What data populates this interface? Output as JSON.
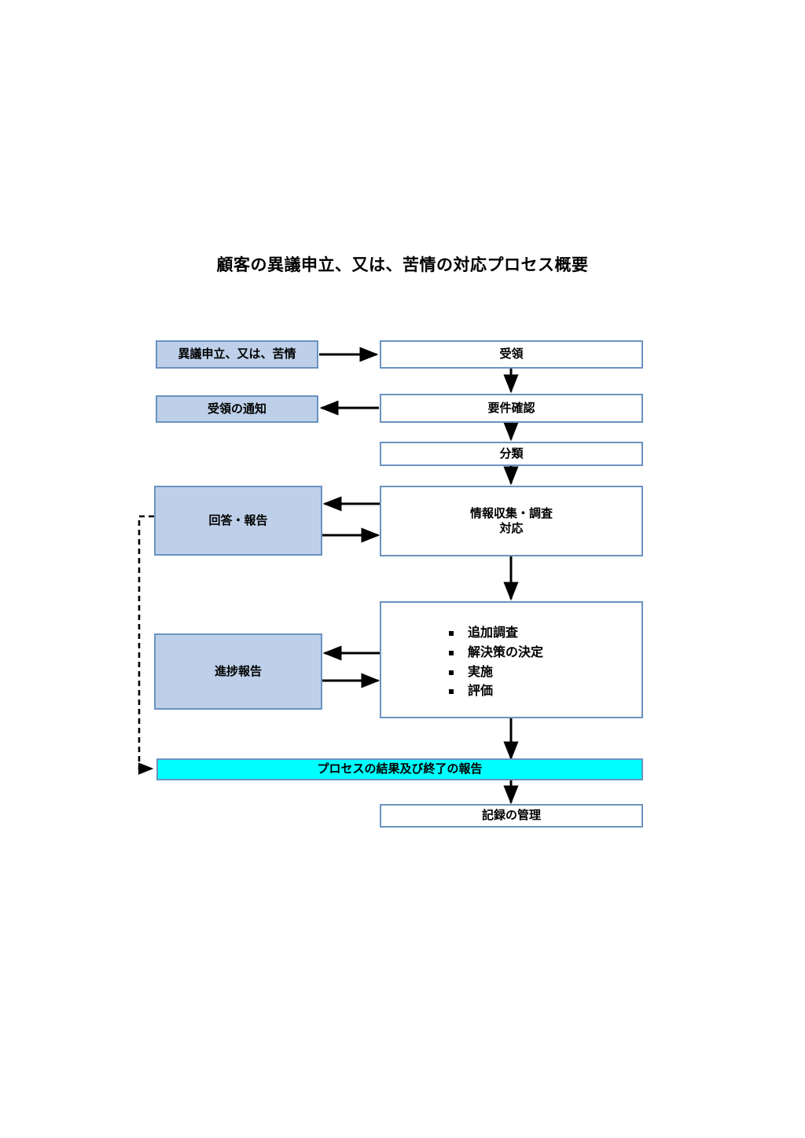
{
  "page": {
    "title": "顧客の異議申立、又は、苦情の対応プロセス概要"
  },
  "colors": {
    "box_border": "#6a93c0",
    "box_fill_blue": "#bed0e9",
    "box_fill_cyan": "#00ffff",
    "box_fill_white": "#ffffff",
    "connector": "#000000"
  },
  "nodes": {
    "complaint_input": {
      "label": "異議申立、又は、苦情"
    },
    "receipt": {
      "label": "受領"
    },
    "receipt_notice": {
      "label": "受領の通知"
    },
    "requirement_check": {
      "label": "要件確認"
    },
    "classification": {
      "label": "分類"
    },
    "answer_report": {
      "label": "回答・報告"
    },
    "info_collection": {
      "label": "情報収集・調査\n対応"
    },
    "progress_report": {
      "label": "進捗報告"
    },
    "actions": {
      "items": [
        {
          "label": "追加調査"
        },
        {
          "label": "解決策の決定"
        },
        {
          "label": "実施"
        },
        {
          "label": "評価"
        }
      ]
    },
    "process_result_report": {
      "label": "プロセスの結果及び終了の報告"
    },
    "record_management": {
      "label": "記録の管理"
    }
  },
  "connectors": [
    {
      "name": "complaint-to-receipt",
      "style": "solid",
      "direction": "right"
    },
    {
      "name": "receipt-to-requirement-check",
      "style": "solid",
      "direction": "down"
    },
    {
      "name": "requirement-check-to-receipt-notice",
      "style": "solid",
      "direction": "left"
    },
    {
      "name": "requirement-check-to-classification",
      "style": "solid",
      "direction": "down"
    },
    {
      "name": "classification-to-info-collection",
      "style": "solid",
      "direction": "down"
    },
    {
      "name": "info-collection-to-answer-report",
      "style": "solid",
      "direction": "left"
    },
    {
      "name": "answer-report-to-info-collection",
      "style": "solid",
      "direction": "right"
    },
    {
      "name": "info-collection-to-actions",
      "style": "solid",
      "direction": "down"
    },
    {
      "name": "actions-to-progress-report",
      "style": "solid",
      "direction": "left"
    },
    {
      "name": "progress-report-to-actions",
      "style": "solid",
      "direction": "right"
    },
    {
      "name": "actions-to-process-result-report",
      "style": "solid",
      "direction": "down"
    },
    {
      "name": "answer-report-to-process-result-report",
      "style": "dashed",
      "direction": "right"
    },
    {
      "name": "process-result-report-to-record-management",
      "style": "solid",
      "direction": "down"
    }
  ]
}
